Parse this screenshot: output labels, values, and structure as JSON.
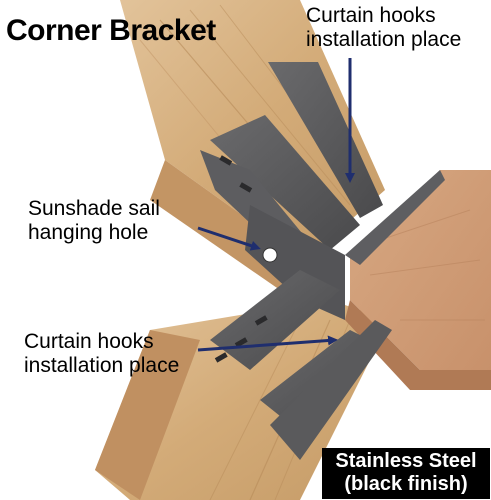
{
  "title": "Corner Bracket",
  "callouts": {
    "top": {
      "line1": "Curtain hooks",
      "line2": "installation place"
    },
    "middle": {
      "line1": "Sunshade sail",
      "line2": "hanging hole"
    },
    "lower": {
      "line1": "Curtain hooks",
      "line2": "installation place"
    }
  },
  "badge": {
    "line1": "Stainless Steel",
    "line2": "(black finish)"
  },
  "colors": {
    "arrow": "#1f2e6e",
    "bracket": "#555557",
    "wood": "#d8b488",
    "badge_bg": "#000000",
    "badge_text": "#ffffff"
  }
}
